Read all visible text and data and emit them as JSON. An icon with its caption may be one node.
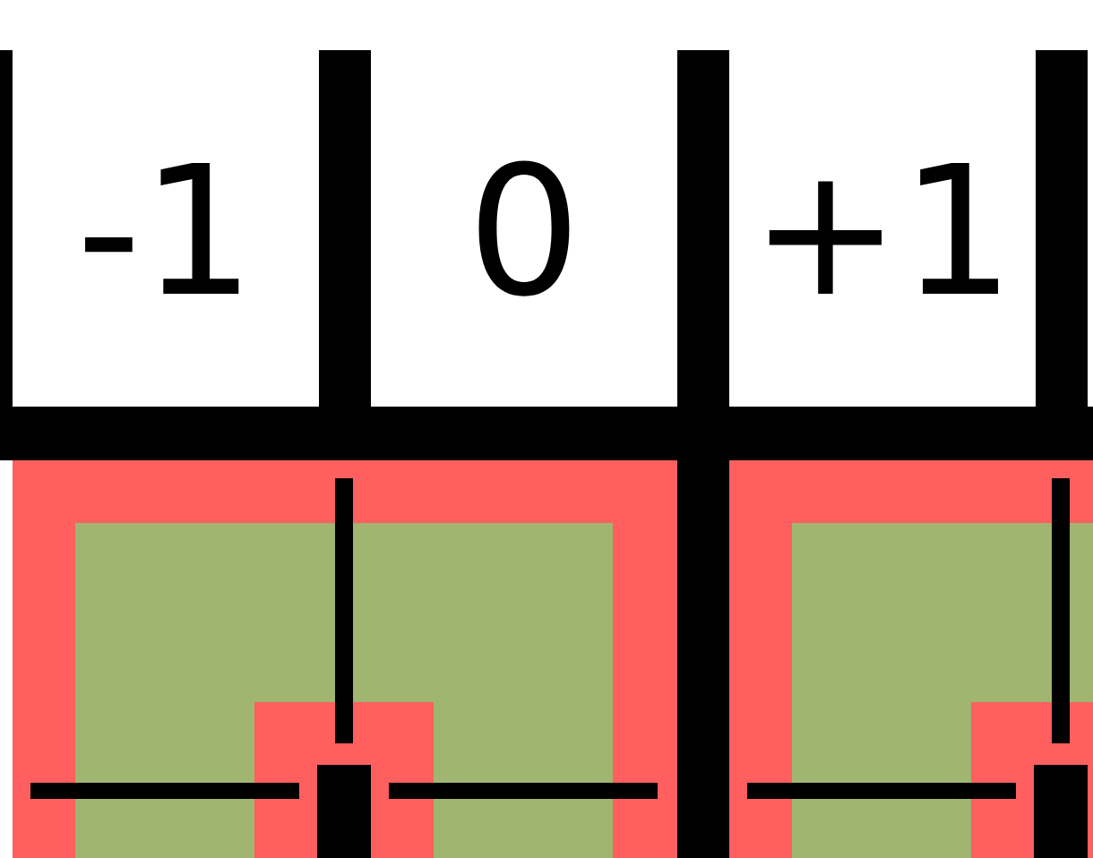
{
  "diagram": {
    "nodes": [
      {
        "text": [
          "-1"
        ]
      },
      {
        "text": [
          "0"
        ]
      },
      {
        "text": [
          "+1"
        ]
      }
    ]
  }
}
